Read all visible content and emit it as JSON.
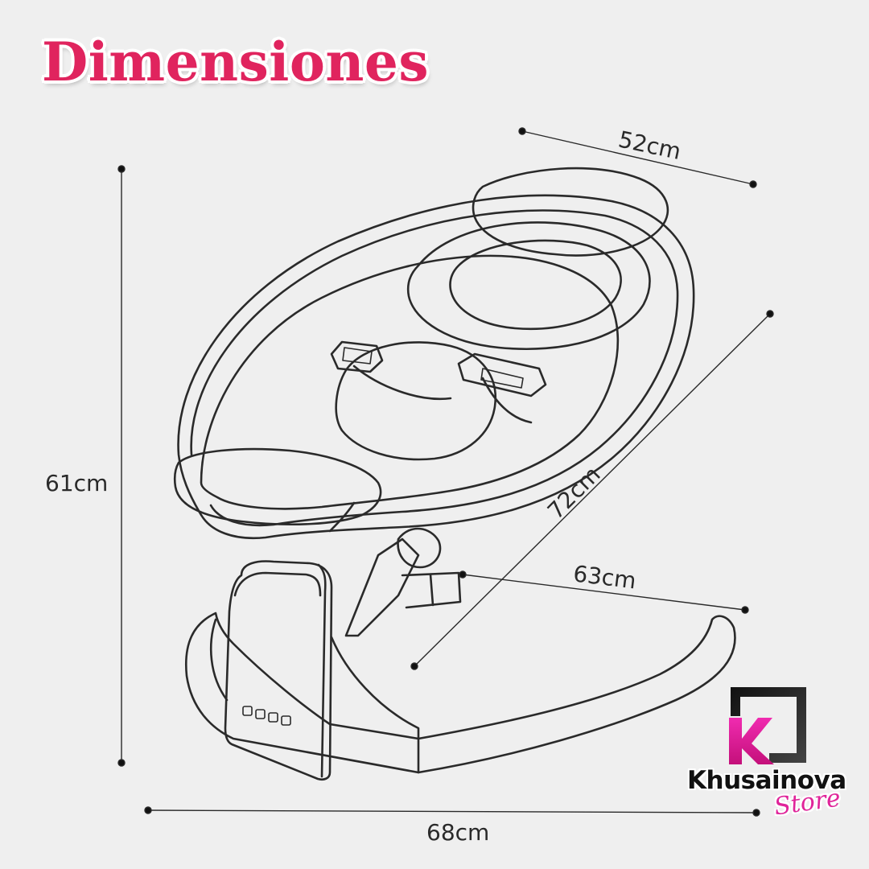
{
  "title": "Dimensiones",
  "dimensions": {
    "top_width": "52cm",
    "height": "61cm",
    "diagonal": "72cm",
    "base_length": "63cm",
    "total_width": "68cm"
  },
  "brand": {
    "name": "Khusainova",
    "sub": "Store",
    "logo_letter": "K",
    "accent_color": "#e0245e",
    "logo_pink": "#e0249a"
  },
  "colors": {
    "background": "#efefef",
    "line": "#2a2a2a"
  }
}
